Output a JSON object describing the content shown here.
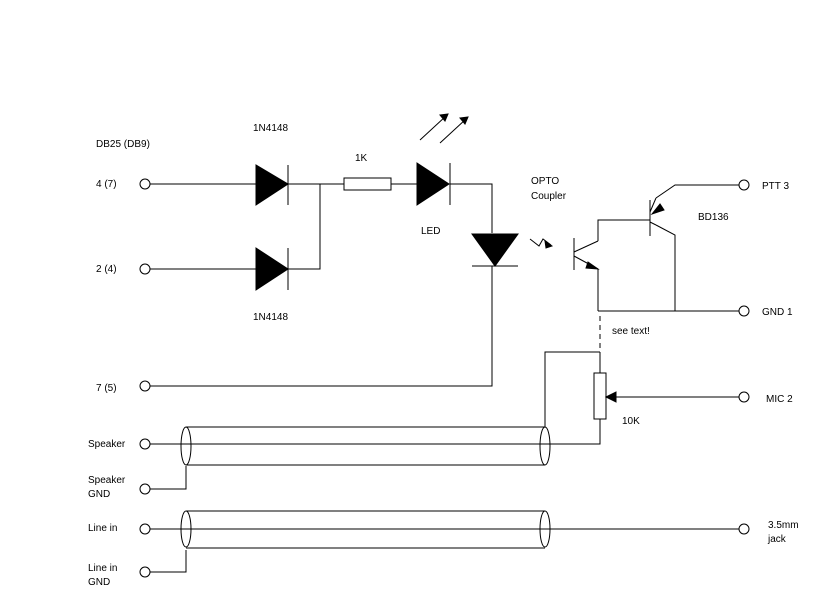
{
  "labels": {
    "db25": "DB25 (DB9)",
    "pin4": "4 (7)",
    "pin2": "2 (4)",
    "pin7": "7 (5)",
    "diode_top": "1N4148",
    "diode_bottom": "1N4148",
    "resistor": "1K",
    "led": "LED",
    "opto_line1": "OPTO",
    "opto_line2": "Coupler",
    "transistor": "BD136",
    "ptt": "PTT 3",
    "gnd": "GND 1",
    "see_text": "see text!",
    "mic": "MIC 2",
    "pot": "10K",
    "speaker": "Speaker",
    "speaker_gnd_1": "Speaker",
    "speaker_gnd_2": "GND",
    "line_in": "Line in",
    "line_in_gnd_1": "Line in",
    "line_in_gnd_2": "GND",
    "jack_1": "3.5mm",
    "jack_2": "jack"
  }
}
